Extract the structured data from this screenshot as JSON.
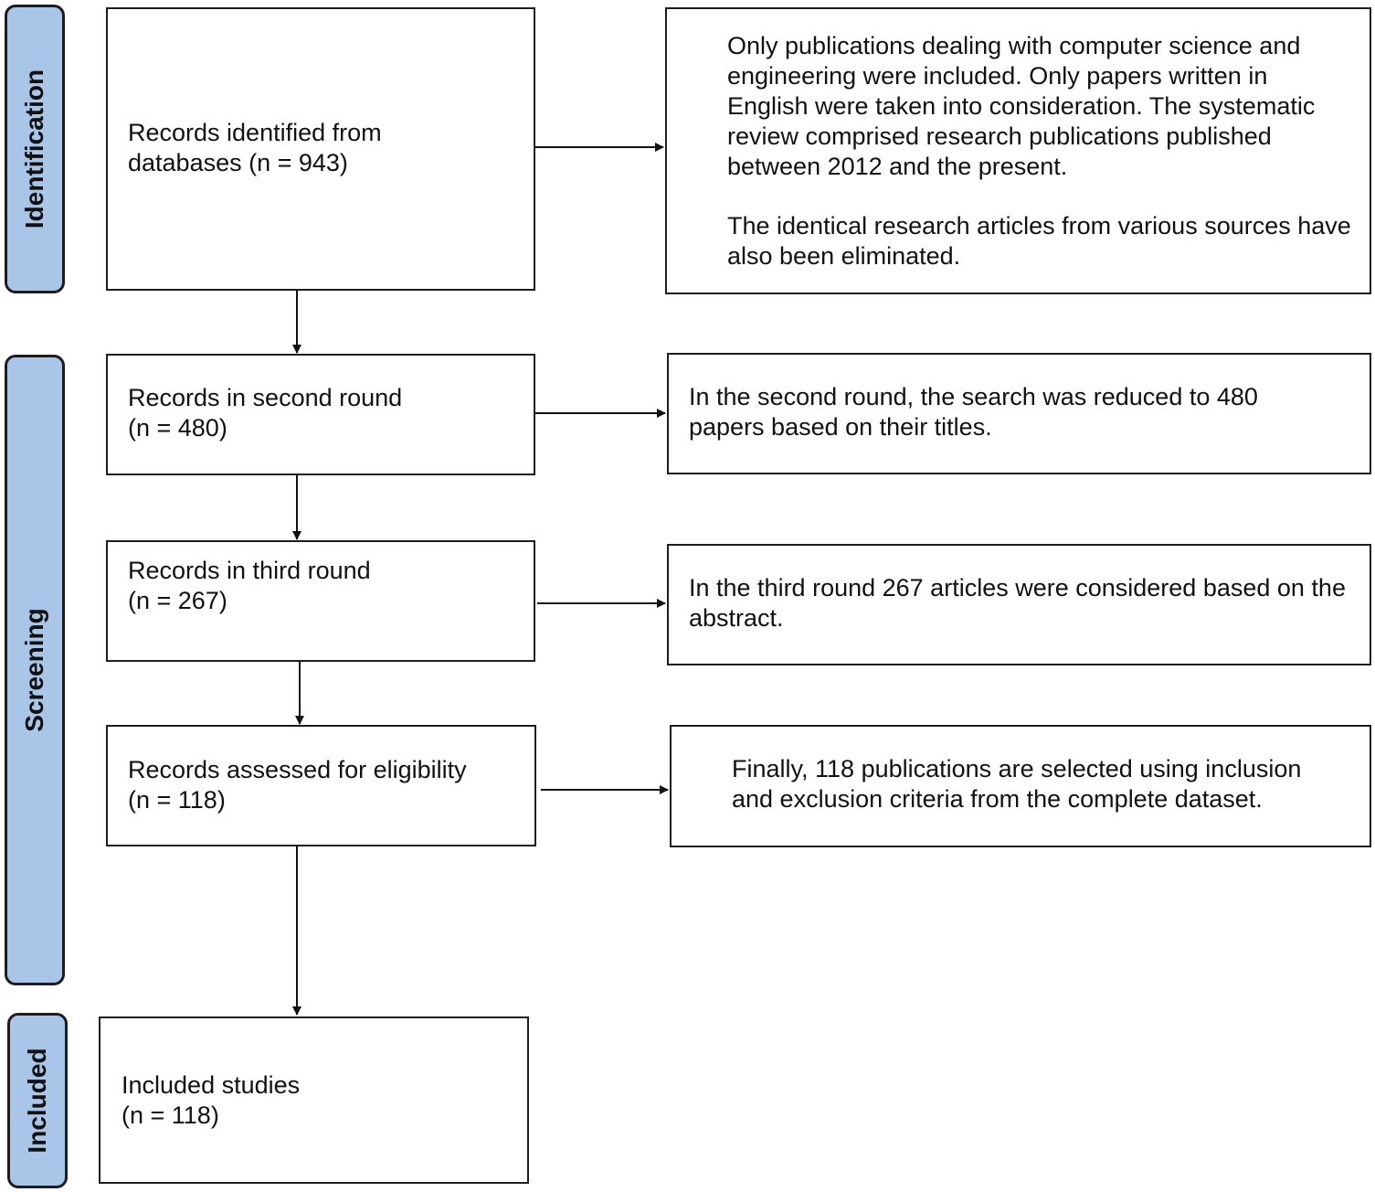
{
  "phases": {
    "identification": "Identification",
    "screening": "Screening",
    "included": "Included"
  },
  "boxes": {
    "identified": {
      "line1": "Records identified from",
      "line2": "databases (n = 943)"
    },
    "second_round": {
      "line1": "Records in second round",
      "line2": "(n = 480)"
    },
    "third_round": {
      "line1": "Records in third round",
      "line2": "(n = 267)"
    },
    "eligibility": {
      "line1": "Records assessed for eligibility",
      "line2": "(n = 118)"
    },
    "included": {
      "line1": "Included studies",
      "line2": "(n = 118)"
    }
  },
  "notes": {
    "identification_p1": "Only publications dealing with computer science and engineering were included. Only papers written in English were taken into consideration. The systematic review comprised research publications published between 2012 and the present.",
    "identification_p2": "The identical research articles from various sources have also been eliminated.",
    "second_round": "In the second round, the search was reduced to 480 papers based on their titles.",
    "third_round": "In the third round 267 articles were considered based on the abstract.",
    "eligibility": "Finally, 118 publications are selected using inclusion and exclusion criteria from the complete dataset."
  }
}
